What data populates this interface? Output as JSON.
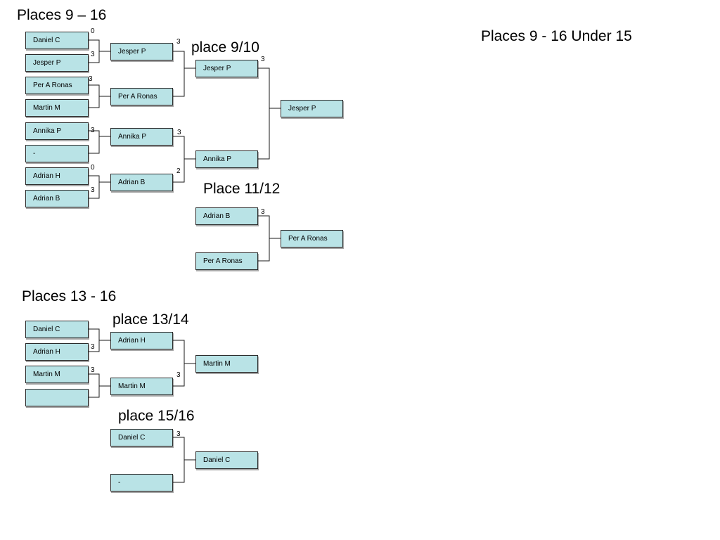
{
  "headings": {
    "main": "Places 9 – 16",
    "right": "Places 9 - 16  Under 15",
    "place_9_10": "place 9/10",
    "place_11_12": "Place 11/12",
    "places_13_16": "Places 13 - 16",
    "place_13_14": "place 13/14",
    "place_15_16": "place 15/16"
  },
  "r1": {
    "p1": {
      "name": "Daniel C",
      "score": "0"
    },
    "p2": {
      "name": "Jesper P",
      "score": "3"
    },
    "p3": {
      "name": "Per A Ronas",
      "score": "3"
    },
    "p4": {
      "name": "Martin M",
      "score": ""
    },
    "p5": {
      "name": "Annika P",
      "score": "3"
    },
    "p6": {
      "name": "-",
      "score": ""
    },
    "p7": {
      "name": "Adrian H",
      "score": "0"
    },
    "p8": {
      "name": "Adrian B",
      "score": "3"
    }
  },
  "r2": {
    "w1": {
      "name": "Jesper P",
      "score": "3"
    },
    "w2": {
      "name": "Per A Ronas",
      "score": ""
    },
    "w3": {
      "name": "Annika P",
      "score": "3"
    },
    "w4": {
      "name": "Adrian B",
      "score": "2"
    }
  },
  "final_9_10": {
    "top": {
      "name": "Jesper P",
      "score": "3"
    },
    "bottom": {
      "name": "Annika P",
      "score": ""
    },
    "winner": "Jesper P"
  },
  "final_11_12": {
    "top": {
      "name": "Adrian B",
      "score": "3"
    },
    "bottom": {
      "name": "Per A Ronas",
      "score": ""
    },
    "winner": "Per A Ronas"
  },
  "r13": {
    "p1": {
      "name": "Daniel C",
      "score": ""
    },
    "p2": {
      "name": "Adrian H",
      "score": "3"
    },
    "p3": {
      "name": "Martin M",
      "score": "3"
    },
    "p4": {
      "name": "",
      "score": ""
    }
  },
  "final_13_14": {
    "top": {
      "name": "Adrian H",
      "score": ""
    },
    "bottom": {
      "name": "Martin M",
      "score": "3"
    },
    "winner": "Martin M"
  },
  "final_15_16": {
    "top": {
      "name": "Daniel C",
      "score": "3"
    },
    "bottom": {
      "name": "-",
      "score": ""
    },
    "winner": "Daniel C"
  }
}
